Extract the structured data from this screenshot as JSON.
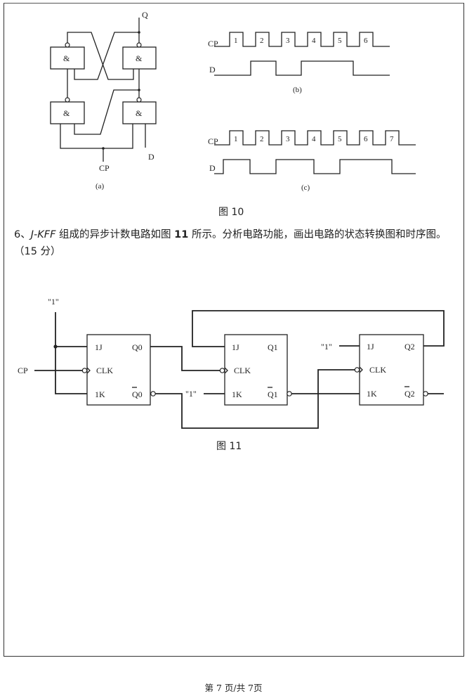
{
  "figure10": {
    "caption": "图 10",
    "sub_a": {
      "label": "(a)",
      "output_label": "Q",
      "clock_label": "CP",
      "data_label": "D",
      "gate_symbol": "&"
    },
    "sub_b": {
      "label": "(b)",
      "cp_label": "CP",
      "d_label": "D",
      "pulse_numbers": [
        "1",
        "2",
        "3",
        "4",
        "5",
        "6"
      ],
      "d_waveform": "D high during pulse 2 region and from between pulses 3-4 until after pulse 5"
    },
    "sub_c": {
      "label": "(c)",
      "cp_label": "CP",
      "d_label": "D",
      "pulse_numbers": [
        "1",
        "2",
        "3",
        "4",
        "5",
        "6",
        "7"
      ],
      "d_waveform": "D high before pulse 1 to after pulse 1, from before pulse 3 to after pulse 4, from before pulse 6 to after pulse 6"
    }
  },
  "question": {
    "number": "6、",
    "circuit_type": "J-KFF",
    "text_part1": " 组成的异步计数电路如图 ",
    "fig_ref": "11",
    "text_part2": " 所示。分析电路功能，画出电路的状态转换图和时序图。",
    "points": "（15 分）"
  },
  "figure11": {
    "caption": "图 11",
    "const_one": "\"1\"",
    "cp_label": "CP",
    "flipflops": [
      {
        "j": "1J",
        "clk": "CLK",
        "k": "1K",
        "q": "Q0",
        "qbar": "Q0"
      },
      {
        "j": "1J",
        "clk": "CLK",
        "k": "1K",
        "q": "Q1",
        "qbar": "Q1"
      },
      {
        "j": "1J",
        "clk": "CLK",
        "k": "1K",
        "q": "Q2",
        "qbar": "Q2"
      }
    ]
  },
  "footer": {
    "page_info": "第 7 页/共 7页"
  }
}
